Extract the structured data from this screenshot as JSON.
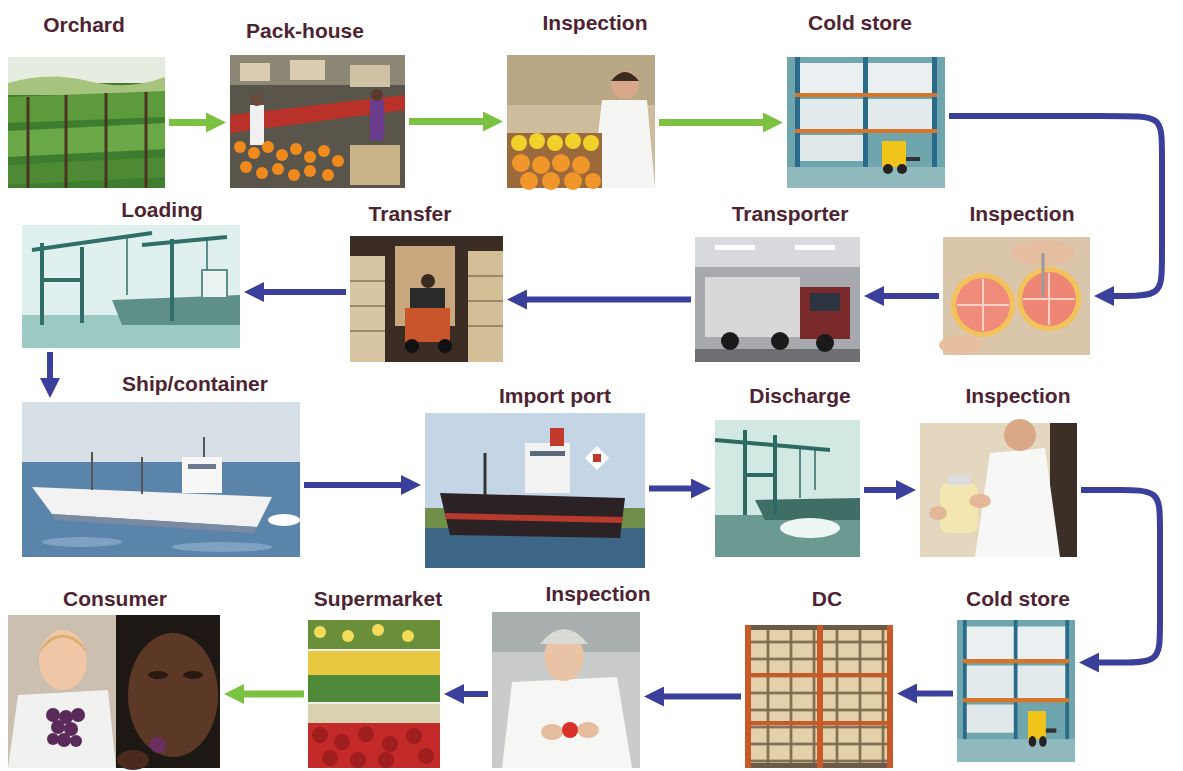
{
  "diagram": {
    "nodes": [
      {
        "text": [
          "Orchard"
        ]
      },
      {
        "text": [
          "Pack-house"
        ]
      },
      {
        "text": [
          "Inspection"
        ]
      },
      {
        "text": [
          "Cold store"
        ]
      },
      {
        "text": [
          "Loading"
        ]
      },
      {
        "text": [
          "Transfer"
        ]
      },
      {
        "text": [
          "Transporter"
        ]
      },
      {
        "text": [
          "Inspection"
        ]
      },
      {
        "text": [
          "Ship/container"
        ]
      },
      {
        "text": [
          "Import port"
        ]
      },
      {
        "text": [
          "Discharge"
        ]
      },
      {
        "text": [
          "Inspection"
        ]
      },
      {
        "text": [
          "Consumer"
        ]
      },
      {
        "text": [
          "Supermarket"
        ]
      },
      {
        "text": [
          "Inspection"
        ]
      },
      {
        "text": [
          "DC"
        ]
      },
      {
        "text": [
          "Cold store"
        ]
      }
    ],
    "edges": [
      {
        "from": 0,
        "to": 1,
        "arrow": "to"
      },
      {
        "from": 1,
        "to": 2,
        "arrow": "to"
      },
      {
        "from": 2,
        "to": 3,
        "arrow": "to"
      },
      {
        "from": 3,
        "to": 7,
        "arrow": "to"
      },
      {
        "from": 7,
        "to": 6,
        "arrow": "to"
      },
      {
        "from": 6,
        "to": 5,
        "arrow": "to"
      },
      {
        "from": 5,
        "to": 4,
        "arrow": "to"
      },
      {
        "from": 4,
        "to": 8,
        "arrow": "to"
      },
      {
        "from": 8,
        "to": 9,
        "arrow": "to"
      },
      {
        "from": 9,
        "to": 10,
        "arrow": "to"
      },
      {
        "from": 10,
        "to": 11,
        "arrow": "to"
      },
      {
        "from": 11,
        "to": 16,
        "arrow": "to"
      },
      {
        "from": 16,
        "to": 15,
        "arrow": "to"
      },
      {
        "from": 15,
        "to": 14,
        "arrow": "to"
      },
      {
        "from": 14,
        "to": 13,
        "arrow": "to"
      },
      {
        "from": 13,
        "to": 12,
        "arrow": "to"
      }
    ]
  }
}
